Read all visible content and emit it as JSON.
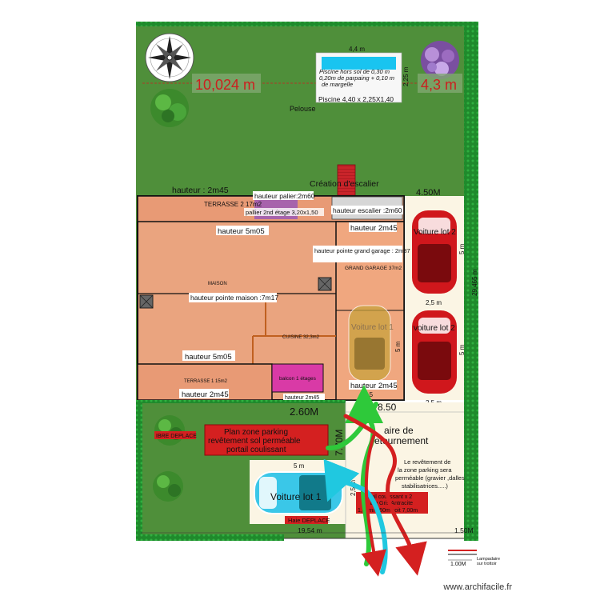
{
  "plan": {
    "lawn_label": "Pelouse",
    "dim_width_left": "10,024 m",
    "dim_width_right": "4,3 m",
    "pool": {
      "top_dim": "4,4 m",
      "side_dim": "2,25 m",
      "note_line1": "Piscine hors sol de 0,30 m",
      "note_line2": "0,20m de parpaing + 0,10 m",
      "note_line3": "de margelle",
      "caption": "Piscine 4,40 x 2,25X1,40"
    },
    "stair_label": "Création d'escalier",
    "heights": {
      "h_2m45_top": "hauteur : 2m45",
      "landing": "hauteur palier:2m60",
      "stairs": "hauteur escalier :2m60",
      "garage_top": "hauteur 2m45",
      "house_top": "hauteur 5m05",
      "garage_peak": "hauteur pointe grand garage : 2m87",
      "house_peak": "hauteur pointe maison :7m17",
      "house_bottom": "hauteur 5m05",
      "terrace_bottom": "hauteur 2m45",
      "garage_bottom": "hauteur 2m45",
      "balcony_bottom": "hauteur 2m45"
    },
    "rooms": {
      "terrace2": "TERRASSE 2 17m2",
      "landing2": "pallier 2nd étage 3,20x1,50",
      "house": "MAISON",
      "garage": "GRAND GARAGE 37m2",
      "kitchen": "CUISINE 32,3m2",
      "terrace1": "TERRASSE 1 15m2",
      "balcony": "balcon 1 étages"
    },
    "cars": {
      "lot2_a": "Voiture lot 2",
      "lot2_b": "voiture lot 2",
      "lot1_garage": "Voiture lot 1",
      "lot1_parking": "Voiture lot 1",
      "dim_5m_a": "5 m",
      "dim_25_a": "2,5 m",
      "dim_5m_b": "5 m",
      "dim_25_b": "2,5 m",
      "dim_5m_c": "5 m",
      "dim_25_c": "2,5 m",
      "dim_5m_d": "5 m",
      "dim_25_d": "2,5"
    },
    "dims": {
      "d450": "4.50M",
      "d2946": "29,465 m",
      "d260": "2.60M",
      "d850": "8.50",
      "d770": "7.70M",
      "d1954": "19,54 m",
      "d150": "1.50M",
      "d100": "1.00M"
    },
    "parking_box": {
      "line1": "Plan zone parking",
      "line2": "revêtement sol perméable",
      "line3": "portail coulissant"
    },
    "turnaround_line1": "aire de",
    "turnaround_line2": "retournement",
    "surface_note": {
      "line1": "Le revêtement de",
      "line2": "la zone parking sera",
      "line3": "perméable (gravier ,dalles",
      "line4": "stabilisatrices.....)"
    },
    "gate_box": {
      "line1": "Portail coulissant x 2",
      "line2": "en alu Gris Antracite",
      "line3": "1,80m/3,50m soit 7,00m"
    },
    "hedge_left": "IBRE DEPLACE",
    "hedge_bottom": "Haie DEPLACE",
    "legend_label_line1": "Lampadaire",
    "legend_label_line2": "sur trottoir",
    "footer": "www.archifacile.fr"
  }
}
